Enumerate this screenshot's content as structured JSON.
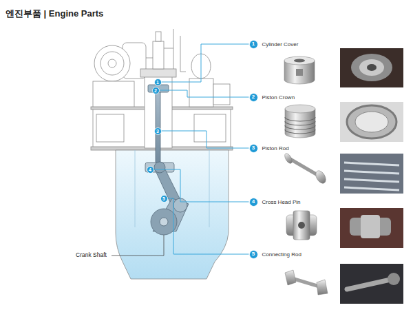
{
  "diagram": {
    "title": "엔진부품 | Engine Parts",
    "nodes": [
      {
        "text": [
          "1"
        ]
      },
      {
        "text": [
          "2"
        ]
      },
      {
        "text": [
          "3"
        ]
      },
      {
        "text": [
          "4"
        ]
      },
      {
        "text": [
          "5"
        ]
      },
      {
        "text": [
          "1",
          "Cylinder Cover"
        ]
      },
      {
        "text": [
          "2",
          "Piston Crown"
        ]
      },
      {
        "text": [
          "3",
          "Piston Rod"
        ]
      },
      {
        "text": [
          "4",
          "Cross Head Pin"
        ]
      },
      {
        "text": [
          "5",
          "Connecting Rod"
        ]
      }
    ],
    "edges": [
      {
        "from": 0,
        "to": 5,
        "arrow": "none"
      },
      {
        "from": 1,
        "to": 6,
        "arrow": "none"
      },
      {
        "from": 2,
        "to": 7,
        "arrow": "none"
      },
      {
        "from": 3,
        "to": 8,
        "arrow": "none"
      },
      {
        "from": 4,
        "to": 9,
        "arrow": "none"
      }
    ],
    "labels": [
      "Crank Shaft"
    ]
  }
}
